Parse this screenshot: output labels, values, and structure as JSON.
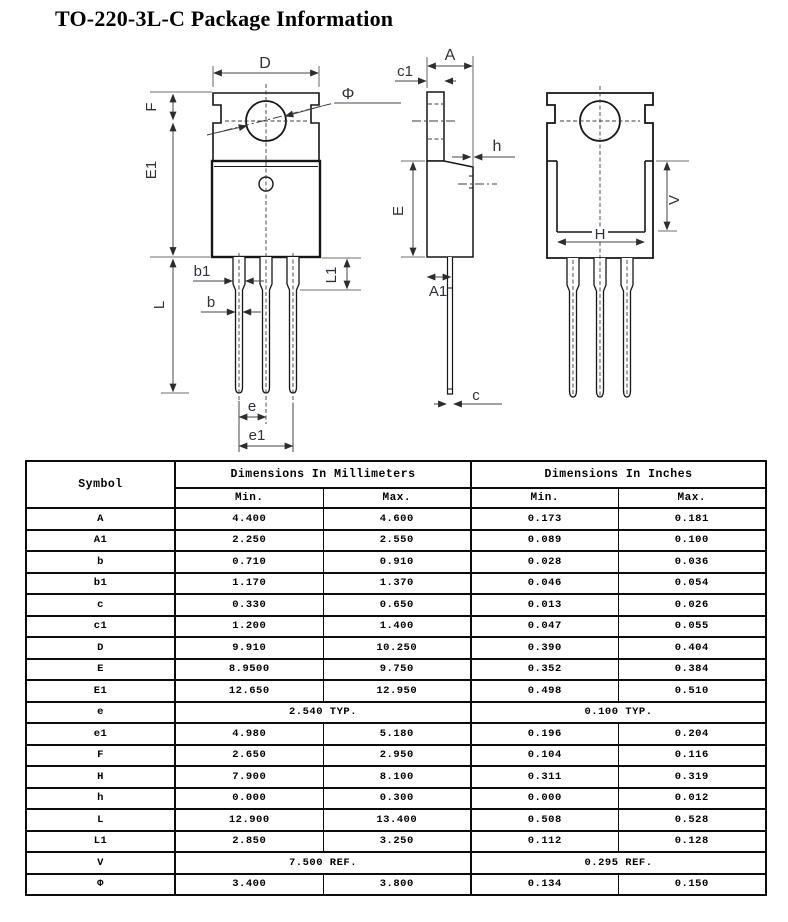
{
  "title": "TO-220-3L-C Package Information",
  "drawing": {
    "labels": {
      "d": "D",
      "phi": "Φ",
      "f": "F",
      "e1_height": "E1",
      "b1": "b1",
      "b": "b",
      "l": "L",
      "l1": "L1",
      "e": "e",
      "e1_pitch": "e1",
      "c1": "c1",
      "a": "A",
      "h_small": "h",
      "e_side": "E",
      "a1": "A1",
      "c": "c",
      "h_width": "H",
      "v": "V"
    }
  },
  "table": {
    "headers": {
      "symbol": "Symbol",
      "mm_group": "Dimensions In Millimeters",
      "in_group": "Dimensions In Inches",
      "min": "Min.",
      "max": "Max."
    },
    "rows": [
      {
        "symbol": "A",
        "mm_min": "4.400",
        "mm_max": "4.600",
        "in_min": "0.173",
        "in_max": "0.181"
      },
      {
        "symbol": "A1",
        "mm_min": "2.250",
        "mm_max": "2.550",
        "in_min": "0.089",
        "in_max": "0.100"
      },
      {
        "symbol": "b",
        "mm_min": "0.710",
        "mm_max": "0.910",
        "in_min": "0.028",
        "in_max": "0.036"
      },
      {
        "symbol": "b1",
        "mm_min": "1.170",
        "mm_max": "1.370",
        "in_min": "0.046",
        "in_max": "0.054"
      },
      {
        "symbol": "c",
        "mm_min": "0.330",
        "mm_max": "0.650",
        "in_min": "0.013",
        "in_max": "0.026"
      },
      {
        "symbol": "c1",
        "mm_min": "1.200",
        "mm_max": "1.400",
        "in_min": "0.047",
        "in_max": "0.055"
      },
      {
        "symbol": "D",
        "mm_min": "9.910",
        "mm_max": "10.250",
        "in_min": "0.390",
        "in_max": "0.404"
      },
      {
        "symbol": "E",
        "mm_min": "8.9500",
        "mm_max": "9.750",
        "in_min": "0.352",
        "in_max": "0.384"
      },
      {
        "symbol": "E1",
        "mm_min": "12.650",
        "mm_max": "12.950",
        "in_min": "0.498",
        "in_max": "0.510"
      },
      {
        "symbol": "e",
        "mm_span": "2.540 TYP.",
        "in_span": "0.100 TYP."
      },
      {
        "symbol": "e1",
        "mm_min": "4.980",
        "mm_max": "5.180",
        "in_min": "0.196",
        "in_max": "0.204"
      },
      {
        "symbol": "F",
        "mm_min": "2.650",
        "mm_max": "2.950",
        "in_min": "0.104",
        "in_max": "0.116"
      },
      {
        "symbol": "H",
        "mm_min": "7.900",
        "mm_max": "8.100",
        "in_min": "0.311",
        "in_max": "0.319"
      },
      {
        "symbol": "h",
        "mm_min": "0.000",
        "mm_max": "0.300",
        "in_min": "0.000",
        "in_max": "0.012"
      },
      {
        "symbol": "L",
        "mm_min": "12.900",
        "mm_max": "13.400",
        "in_min": "0.508",
        "in_max": "0.528"
      },
      {
        "symbol": "L1",
        "mm_min": "2.850",
        "mm_max": "3.250",
        "in_min": "0.112",
        "in_max": "0.128"
      },
      {
        "symbol": "V",
        "mm_span": "7.500 REF.",
        "in_span": "0.295 REF."
      },
      {
        "symbol": "Φ",
        "mm_min": "3.400",
        "mm_max": "3.800",
        "in_min": "0.134",
        "in_max": "0.150"
      }
    ]
  }
}
